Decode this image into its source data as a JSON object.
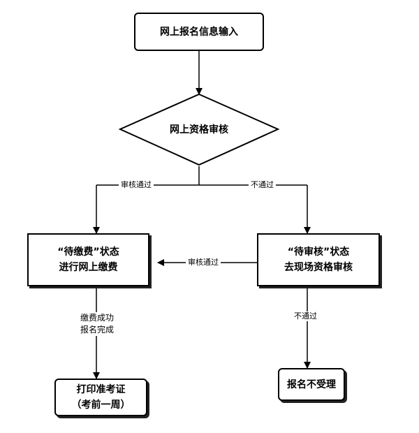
{
  "nodes": {
    "start": "网上报名信息输入",
    "review": "网上资格审核",
    "pending_payment": [
      "“待缴费”状态",
      "进行网上缴费"
    ],
    "pending_review": [
      "“待审核”状态",
      "去现场资格审核"
    ],
    "print_ticket": [
      "打印准考证",
      "（考前一周）"
    ],
    "rejected": "报名不受理"
  },
  "edges": {
    "review_pass": "审核通过",
    "review_fail": "不通过",
    "onsite_pass": "审核通过",
    "onsite_fail": "不通过",
    "payment_done": [
      "缴费成功",
      "报名完成"
    ]
  }
}
